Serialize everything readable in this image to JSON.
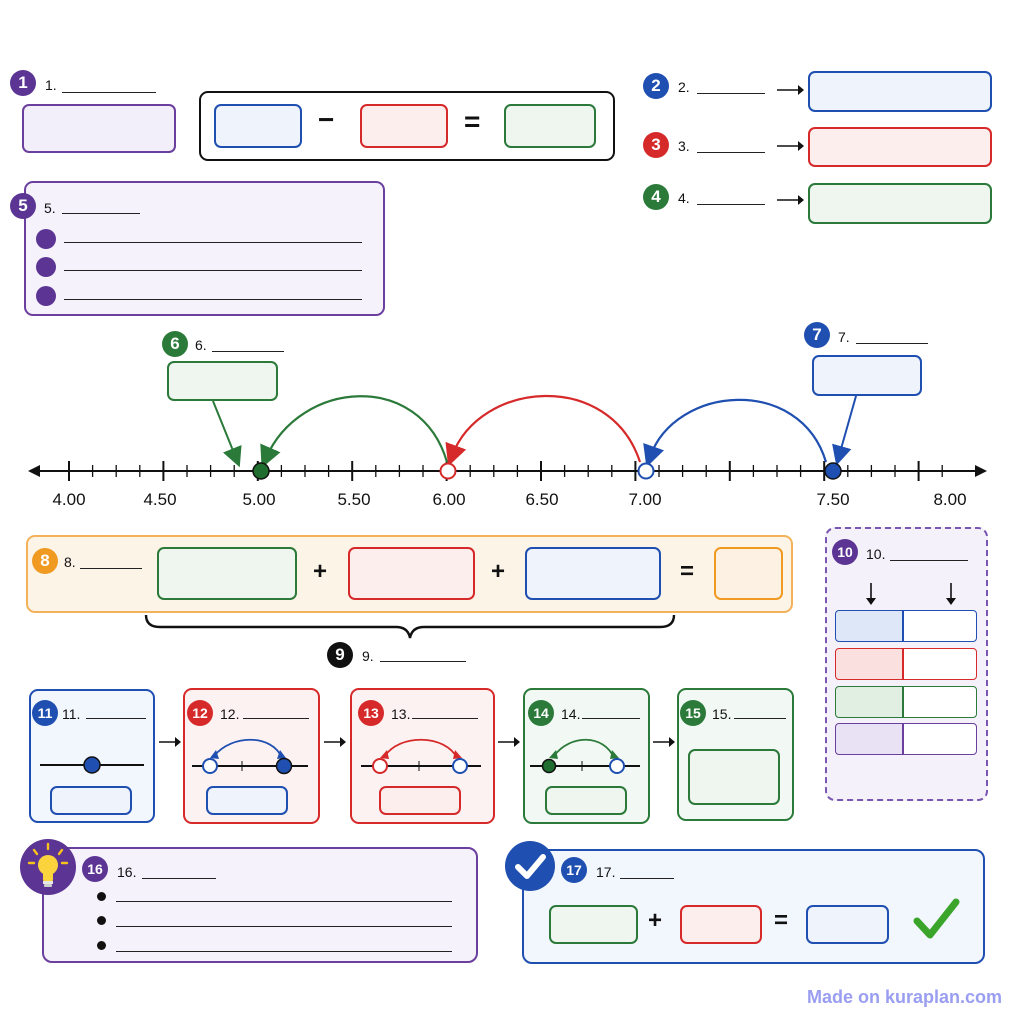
{
  "q1": {
    "badge": "1",
    "label": "1."
  },
  "q2": {
    "badge": "2",
    "label": "2."
  },
  "q3": {
    "badge": "3",
    "label": "3."
  },
  "q4": {
    "badge": "4",
    "label": "4."
  },
  "q5": {
    "badge": "5",
    "label": "5."
  },
  "q6": {
    "badge": "6",
    "label": "6."
  },
  "q7": {
    "badge": "7",
    "label": "7."
  },
  "q8": {
    "badge": "8",
    "label": "8."
  },
  "q9": {
    "badge": "9",
    "label": "9."
  },
  "q10": {
    "badge": "10",
    "label": "10."
  },
  "q11": {
    "badge": "11",
    "label": "11."
  },
  "q12": {
    "badge": "12",
    "label": "12."
  },
  "q13": {
    "badge": "13",
    "label": "13."
  },
  "q14": {
    "badge": "14",
    "label": "14."
  },
  "q15": {
    "badge": "15",
    "label": "15."
  },
  "q16": {
    "badge": "16",
    "label": "16."
  },
  "q17": {
    "badge": "17",
    "label": "17."
  },
  "operators": {
    "minus": "−",
    "equals": "=",
    "plus": "+"
  },
  "number_line": {
    "ticks": [
      "4.00",
      "4.50",
      "5.00",
      "5.50",
      "6.00",
      "6.50",
      "7.00",
      "7.50",
      "8.00"
    ]
  },
  "colors": {
    "purple": "#5b3494",
    "blue": "#1f4fb0",
    "red": "#d62a2a",
    "green": "#2b7a3a",
    "orange": "#f09a22",
    "black": "#111111"
  },
  "icons": {
    "lightbulb": "lightbulb-icon",
    "check_badge": "check-badge-icon",
    "checkmark": "checkmark-icon"
  },
  "watermark": "Made on kuraplan.com"
}
